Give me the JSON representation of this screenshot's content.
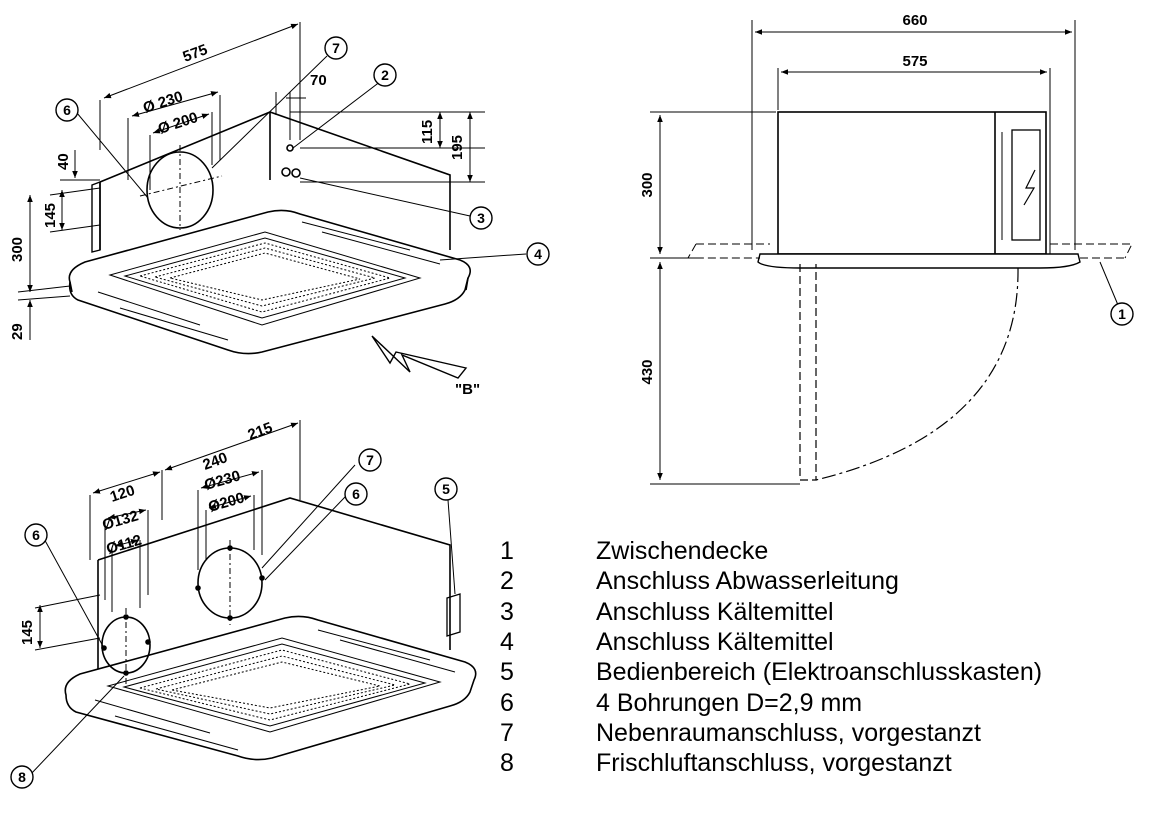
{
  "dimensions": {
    "top_view_1": {
      "width": "575",
      "dia_outer": "Ø 230",
      "dia_inner": "Ø 200",
      "offset": "70",
      "pipe_1": "115",
      "pipe_2": "195",
      "small": "40",
      "mid": "145",
      "height": "300",
      "panel": "29",
      "view_label": "\"B\""
    },
    "side_view": {
      "outer_width": "660",
      "inner_width": "575",
      "height": "300",
      "clearance": "430"
    },
    "top_view_2": {
      "d1": "120",
      "d2": "240",
      "d3": "215",
      "dia_a": "Ø230",
      "dia_b": "Ø200",
      "dia_c": "Ø132",
      "dia_d": "Ø112",
      "height": "145"
    }
  },
  "callouts": {
    "top1": [
      "6",
      "7",
      "2",
      "3",
      "4"
    ],
    "side": [
      "1"
    ],
    "top2": [
      "7",
      "6",
      "6",
      "5",
      "8"
    ]
  },
  "legend": [
    {
      "num": "1",
      "text": "Zwischendecke"
    },
    {
      "num": "2",
      "text": "Anschluss Abwasserleitung"
    },
    {
      "num": "3",
      "text": "Anschluss Kältemittel"
    },
    {
      "num": "4",
      "text": "Anschluss Kältemittel"
    },
    {
      "num": "5",
      "text": "Bedienbereich (Elektroanschlusskasten)"
    },
    {
      "num": "6",
      "text": "4 Bohrungen D=2,9 mm"
    },
    {
      "num": "7",
      "text": "Nebenraumanschluss, vorgestanzt"
    },
    {
      "num": "8",
      "text": "Frischluftanschluss, vorgestanzt"
    }
  ]
}
